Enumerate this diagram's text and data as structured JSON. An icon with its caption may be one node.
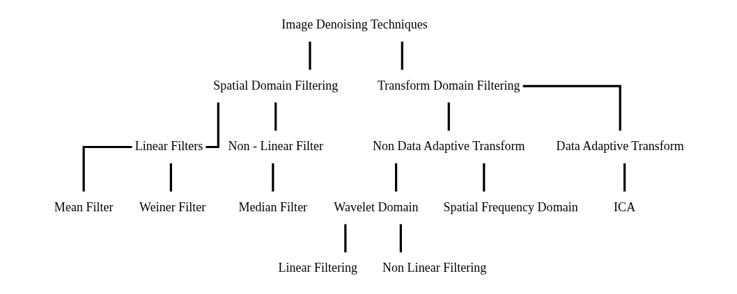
{
  "diagram": {
    "nodes": [
      {
        "text": [
          "Image Denoising Techniques"
        ]
      },
      {
        "text": [
          "Spatial Domain Filtering"
        ]
      },
      {
        "text": [
          "Transform Domain Filtering"
        ]
      },
      {
        "text": [
          "Linear Filters"
        ]
      },
      {
        "text": [
          "Non - Linear Filter"
        ]
      },
      {
        "text": [
          "Mean Filter"
        ]
      },
      {
        "text": [
          "Weiner Filter"
        ]
      },
      {
        "text": [
          "Median Filter"
        ]
      },
      {
        "text": [
          "Non Data Adaptive Transform"
        ]
      },
      {
        "text": [
          "Data Adaptive Transform"
        ]
      },
      {
        "text": [
          "ICA"
        ]
      },
      {
        "text": [
          "Wavelet Domain"
        ]
      },
      {
        "text": [
          "Spatial Frequency Domain"
        ]
      },
      {
        "text": [
          "Linear Filtering"
        ]
      },
      {
        "text": [
          "Non Linear Filtering"
        ]
      }
    ],
    "edges": [
      {
        "from": 0,
        "to": 1,
        "arrow": "none"
      },
      {
        "from": 0,
        "to": 2,
        "arrow": "none"
      },
      {
        "from": 1,
        "to": 3,
        "arrow": "none"
      },
      {
        "from": 1,
        "to": 4,
        "arrow": "none"
      },
      {
        "from": 3,
        "to": 5,
        "arrow": "none"
      },
      {
        "from": 3,
        "to": 6,
        "arrow": "none"
      },
      {
        "from": 4,
        "to": 7,
        "arrow": "none"
      },
      {
        "from": 2,
        "to": 8,
        "arrow": "none"
      },
      {
        "from": 2,
        "to": 9,
        "arrow": "none"
      },
      {
        "from": 9,
        "to": 10,
        "arrow": "none"
      },
      {
        "from": 8,
        "to": 11,
        "arrow": "none"
      },
      {
        "from": 8,
        "to": 12,
        "arrow": "none"
      },
      {
        "from": 11,
        "to": 13,
        "arrow": "none"
      },
      {
        "from": 11,
        "to": 14,
        "arrow": "none"
      }
    ]
  }
}
